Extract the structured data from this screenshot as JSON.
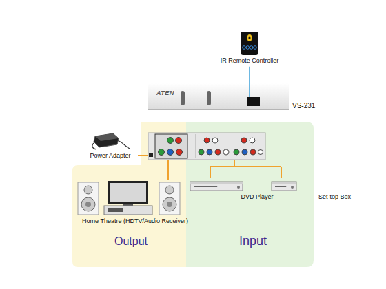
{
  "diagram": {
    "nodes": [
      {
        "text": [
          "IR Remote Controller"
        ]
      },
      {
        "text": [
          "ATEN",
          "VS-231"
        ]
      },
      {
        "text": [
          "Output"
        ]
      },
      {
        "text": [
          "Input"
        ]
      },
      {
        "text": [
          "Power Adapter"
        ]
      },
      {
        "text": [
          "Home Theatre (HDTV/Audio Receiver)"
        ],
        "in": 2
      },
      {
        "text": [
          "DVD Player"
        ],
        "in": 3
      },
      {
        "text": [
          "Set-top Box"
        ],
        "in": 3
      }
    ],
    "edges": [
      {
        "from": 0,
        "to": 1,
        "arrow": "none"
      }
    ]
  }
}
